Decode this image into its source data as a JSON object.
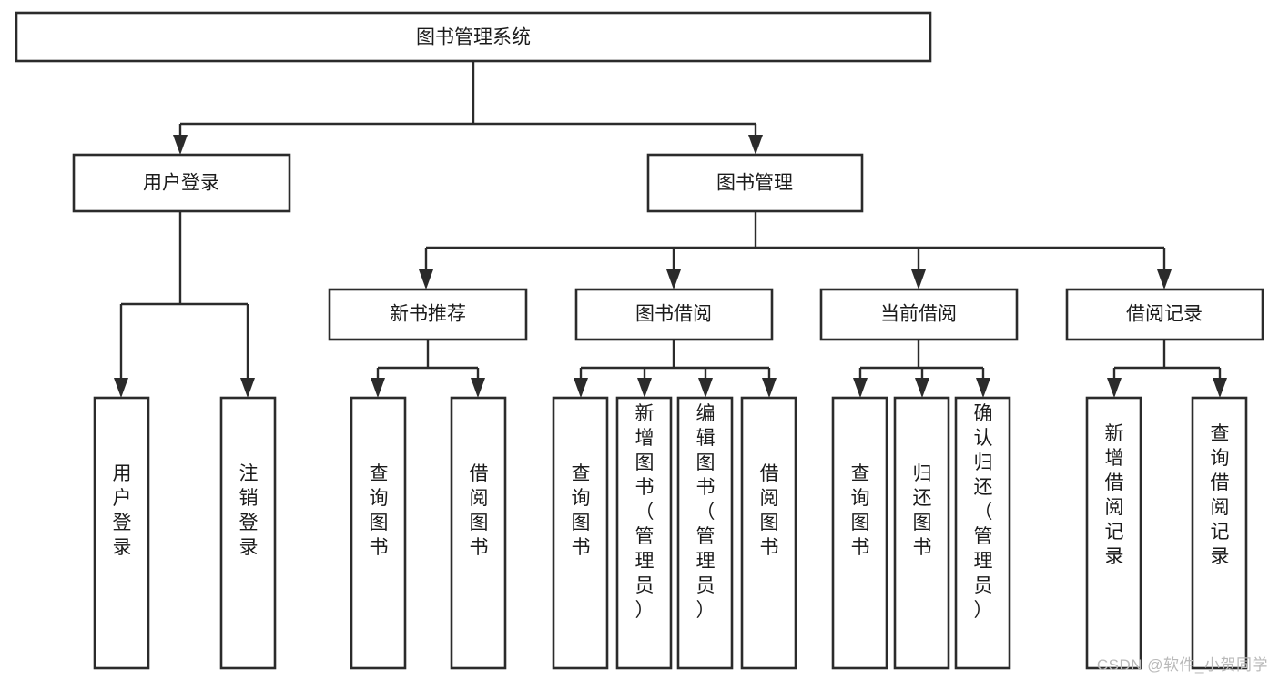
{
  "diagram": {
    "type": "tree-hierarchy-chart",
    "title": "图书管理系统",
    "orientation": "top-down",
    "colors": {
      "box_stroke": "#2b2b2b",
      "box_fill": "#ffffff",
      "text": "#1b1b1b",
      "background": "#ffffff",
      "watermark": "#b9b9b9"
    },
    "root": {
      "label": "图书管理系统",
      "level": 0
    },
    "level1": [
      {
        "label": "用户登录"
      },
      {
        "label": "图书管理"
      }
    ],
    "level2": [
      {
        "label": "新书推荐",
        "parent": "图书管理"
      },
      {
        "label": "图书借阅",
        "parent": "图书管理"
      },
      {
        "label": "当前借阅",
        "parent": "图书管理"
      },
      {
        "label": "借阅记录",
        "parent": "图书管理"
      }
    ],
    "leaves": {
      "用户登录": [
        {
          "label": "用户登录"
        },
        {
          "label": "注销登录"
        }
      ],
      "新书推荐": [
        {
          "label": "查询图书"
        },
        {
          "label": "借阅图书"
        }
      ],
      "图书借阅": [
        {
          "label": "查询图书"
        },
        {
          "label": "新增图书（管理员）"
        },
        {
          "label": "编辑图书（管理员）"
        },
        {
          "label": "借阅图书"
        }
      ],
      "当前借阅": [
        {
          "label": "查询图书"
        },
        {
          "label": "归还图书"
        },
        {
          "label": "确认归还（管理员）"
        }
      ],
      "借阅记录": [
        {
          "label": "新增借阅记录"
        },
        {
          "label": "查询借阅记录"
        }
      ]
    }
  },
  "watermark": {
    "text": "CSDN @软件_小贺同学"
  }
}
